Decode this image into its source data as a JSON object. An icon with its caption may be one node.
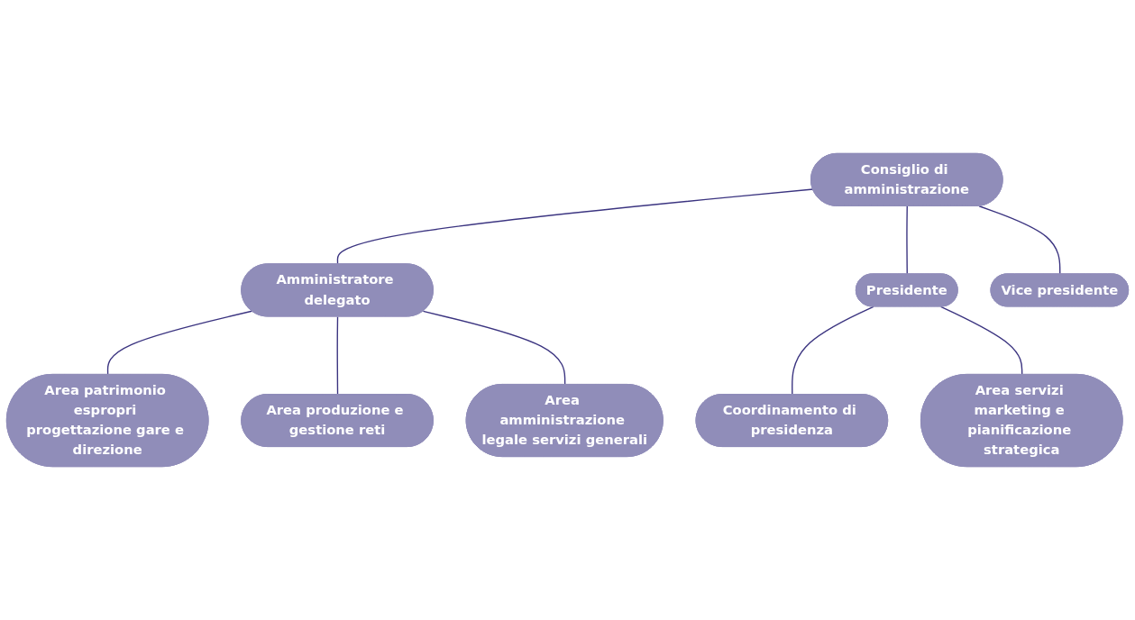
{
  "diagram": {
    "nodes": [
      {
        "text": [
          "Consiglio di amministrazione"
        ]
      },
      {
        "text": [
          "Amministratore delegato"
        ]
      },
      {
        "text": [
          "Presidente"
        ]
      },
      {
        "text": [
          "Vice presidente"
        ]
      },
      {
        "text": [
          "Coordinamento di presidenza"
        ]
      },
      {
        "text": [
          "Area patrimonio espropri progettazione gare e direzione"
        ]
      },
      {
        "text": [
          "Area produzione e gestione reti"
        ]
      },
      {
        "text": [
          "Area amministrazione legale servizi generali"
        ]
      },
      {
        "text": [
          "Area servizi marketing e pianificazione strategica"
        ]
      }
    ],
    "edges": [
      {
        "from": 0,
        "to": 1,
        "arrow": "none"
      },
      {
        "from": 0,
        "to": 2,
        "arrow": "none"
      },
      {
        "from": 0,
        "to": 3,
        "arrow": "none"
      },
      {
        "from": 2,
        "to": 4,
        "arrow": "none"
      },
      {
        "from": 1,
        "to": 5,
        "arrow": "none"
      },
      {
        "from": 1,
        "to": 6,
        "arrow": "none"
      },
      {
        "from": 1,
        "to": 7,
        "arrow": "none"
      },
      {
        "from": 2,
        "to": 8,
        "arrow": "none"
      }
    ]
  }
}
